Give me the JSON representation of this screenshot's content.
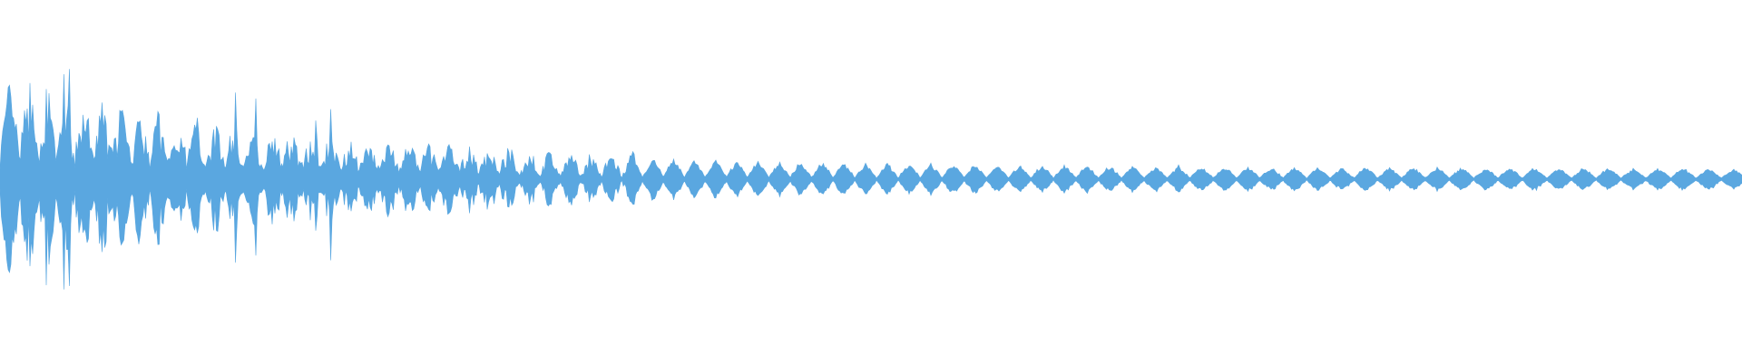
{
  "waveform": {
    "color": "#5aa7e0",
    "background": "#ffffff",
    "axis": "time",
    "amplitude_profile": {
      "onset_peak": 1.0,
      "decay_to": 0.13,
      "style": "pulsed-decaying"
    }
  }
}
